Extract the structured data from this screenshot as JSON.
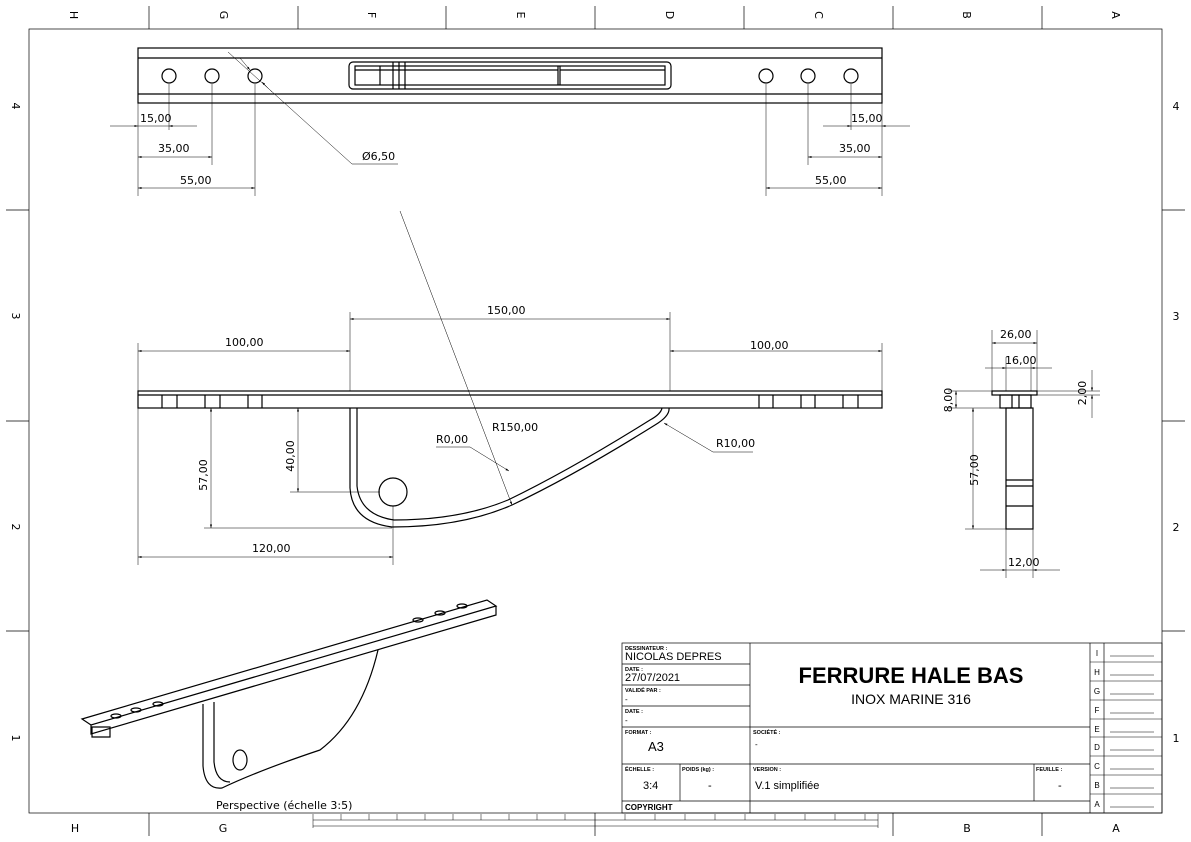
{
  "border": {
    "columns": [
      "H",
      "G",
      "F",
      "E",
      "D",
      "C",
      "B",
      "A"
    ],
    "rows": [
      "4",
      "3",
      "2",
      "1"
    ]
  },
  "top_view": {
    "dims": {
      "left_15": "15,00",
      "left_35": "35,00",
      "left_55": "55,00",
      "right_15": "15,00",
      "right_35": "35,00",
      "right_55": "55,00",
      "hole": "Ø6,50"
    }
  },
  "front_view": {
    "dims": {
      "left_100": "100,00",
      "center_150": "150,00",
      "right_100": "100,00",
      "r0": "R0,00",
      "r150": "R150,00",
      "r10": "R10,00",
      "h40": "40,00",
      "h57": "57,00",
      "w120": "120,00"
    }
  },
  "side_view": {
    "dims": {
      "w26": "26,00",
      "w16": "16,00",
      "h8": "8,00",
      "h2": "2,00",
      "h57": "57,00",
      "w12": "12,00"
    }
  },
  "perspective": {
    "label": "Perspective (échelle 3:5)"
  },
  "title_block": {
    "drafter_label": "DESSINATEUR :",
    "drafter": "NICOLAS DEPRES",
    "date_label": "DATE :",
    "date": "27/07/2021",
    "validated_label": "VALIDÉ PAR :",
    "validated": "-",
    "date2_label": "DATE :",
    "date2": "-",
    "format_label": "FORMAT :",
    "format": "A3",
    "scale_label": "ÉCHELLE :",
    "scale": "3:4",
    "weight_label": "POIDS (kg) :",
    "weight": "-",
    "title": "FERRURE HALE BAS",
    "subtitle": "INOX MARINE 316",
    "company_label": "SOCIÉTÉ :",
    "company": "-",
    "version_label": "VERSION :",
    "version": "V.1 simplifiée",
    "sheet_label": "FEUILLE :",
    "sheet": "-",
    "copyright": "COPYRIGHT",
    "revisions": [
      "I",
      "H",
      "G",
      "F",
      "E",
      "D",
      "C",
      "B",
      "A"
    ]
  }
}
